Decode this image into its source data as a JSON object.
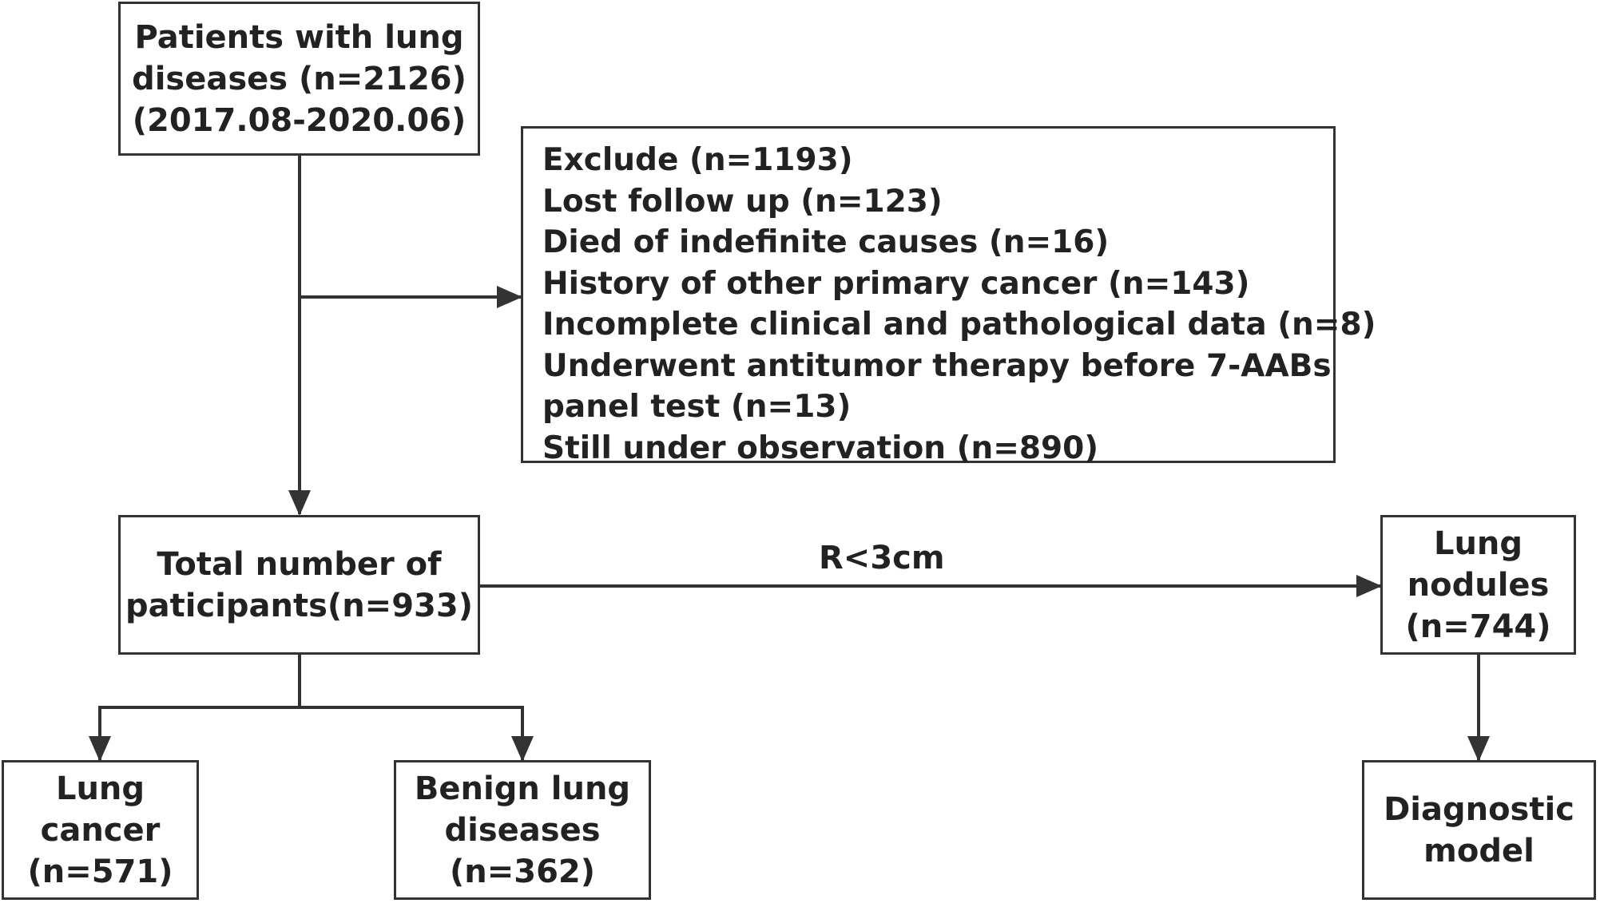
{
  "nodes": {
    "patients": {
      "lines": [
        "Patients with lung",
        "diseases (n=2126)",
        "(2017.08-2020.06)"
      ]
    },
    "exclude": {
      "lines": [
        "Exclude (n=1193)",
        "Lost follow up (n=123)",
        "Died of indefinite causes (n=16)",
        "History of other primary cancer (n=143)",
        "Incomplete clinical and pathological data (n=8)",
        "Underwent antitumor therapy before 7-AABs",
        "panel test (n=13)",
        "Still under observation (n=890)"
      ]
    },
    "total": {
      "lines": [
        "Total number of",
        "paticipants(n=933)"
      ]
    },
    "nodules": {
      "lines": [
        "Lung",
        "nodules",
        "(n=744)"
      ]
    },
    "cancer": {
      "lines": [
        "Lung",
        "cancer",
        "(n=571)"
      ]
    },
    "benign": {
      "lines": [
        "Benign lung",
        "diseases",
        "(n=362)"
      ]
    },
    "model": {
      "lines": [
        "Diagnostic",
        "model"
      ]
    }
  },
  "edges": {
    "total_to_nodules_label": "R<3cm"
  },
  "colors": {
    "stroke": "#333333",
    "text": "#222222",
    "background": "#ffffff"
  }
}
